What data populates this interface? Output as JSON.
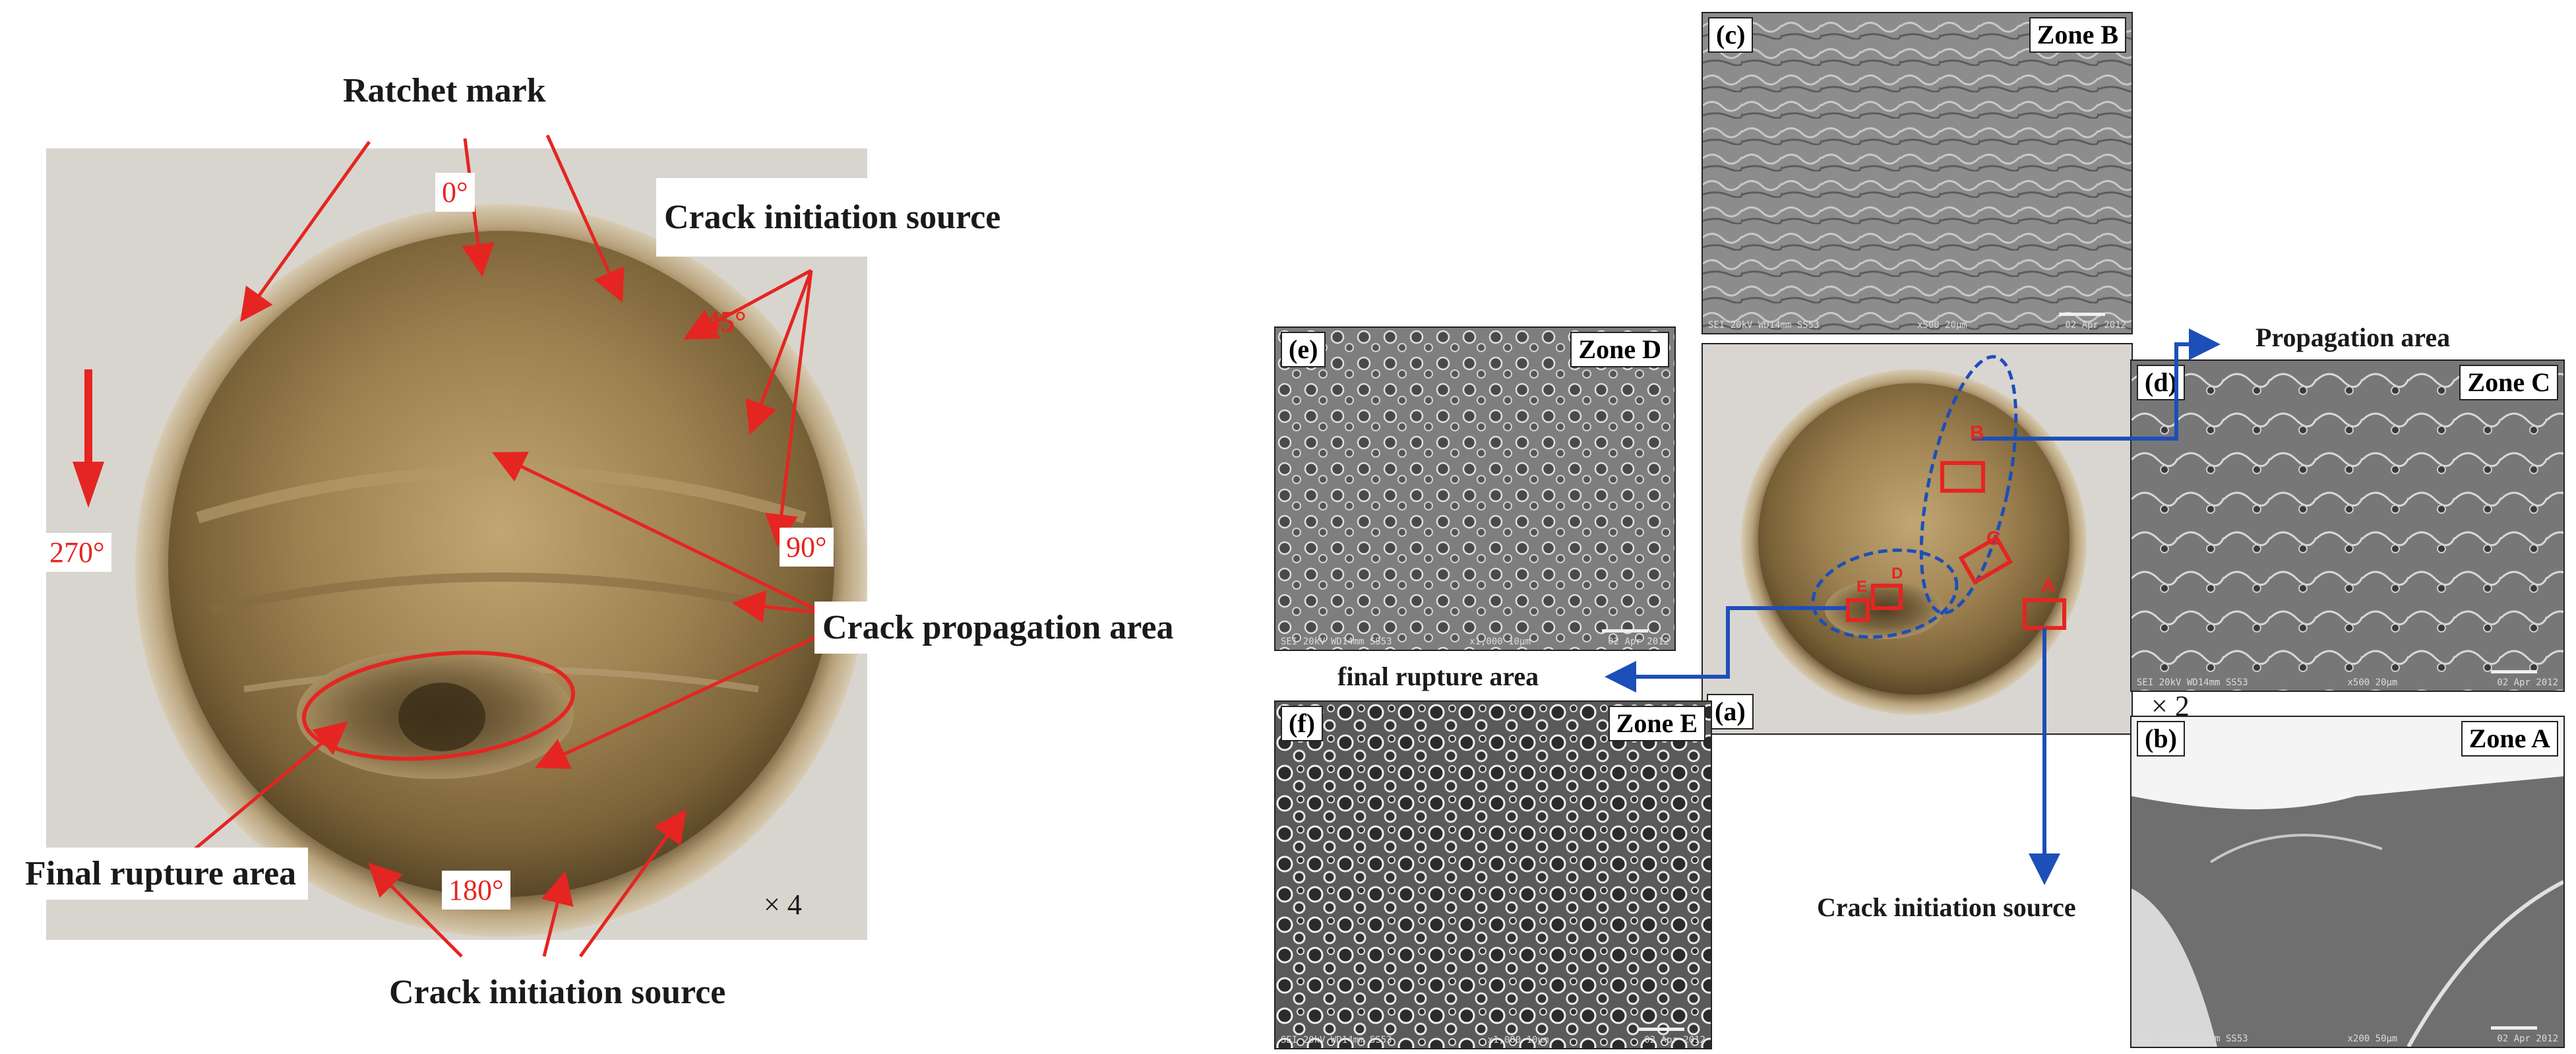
{
  "left_figure": {
    "ratchet_mark": "Ratchet mark",
    "crack_initiation_top": "Crack initiation source",
    "crack_propagation": "Crack propagation area",
    "final_rupture": "Final rupture area",
    "crack_initiation_bottom": "Crack initiation source",
    "angle_0": "0°",
    "angle_45": "45°",
    "angle_90": "90°",
    "angle_180": "180°",
    "angle_270": "270°",
    "magnification": "× 4"
  },
  "right_figure": {
    "center_tag": "(a)",
    "center_magnification": "× 2",
    "propagation_area": "Propagation area",
    "final_rupture_area": "final rupture area",
    "crack_initiation_source": "Crack initiation source",
    "marker_a": "A",
    "marker_b": "B",
    "marker_c": "C",
    "marker_d": "D",
    "marker_e": "E",
    "panels": [
      {
        "id": "c",
        "tag": "(c)",
        "zone": "Zone B",
        "info_left": "SEI   20kV   WD14mm   SS53",
        "info_mid": "x500   20μm",
        "info_right": "02 Apr 2012"
      },
      {
        "id": "e",
        "tag": "(e)",
        "zone": "Zone D",
        "info_left": "SEI   20kV   WD14mm   SS53",
        "info_mid": "x1,000   10μm",
        "info_right": "02 Apr 2012"
      },
      {
        "id": "d",
        "tag": "(d)",
        "zone": "Zone C",
        "info_left": "SEI   20kV   WD14mm   SS53",
        "info_mid": "x500   20μm",
        "info_right": "02 Apr 2012"
      },
      {
        "id": "f",
        "tag": "(f)",
        "zone": "Zone E",
        "info_left": "SEI   20kV   WD14mm   SS53",
        "info_mid": "x1,000   10μm",
        "info_right": "02 Apr 2012"
      },
      {
        "id": "b",
        "tag": "(b)",
        "zone": "Zone A",
        "info_left": "SEI   20kV   WD15mm   SS53",
        "info_mid": "x200   50μm",
        "info_right": "02 Apr 2012"
      }
    ]
  },
  "colors": {
    "annotation_red": "#e52521",
    "arrow_blue": "#1d4fb8",
    "metal": "#a88c5a"
  }
}
